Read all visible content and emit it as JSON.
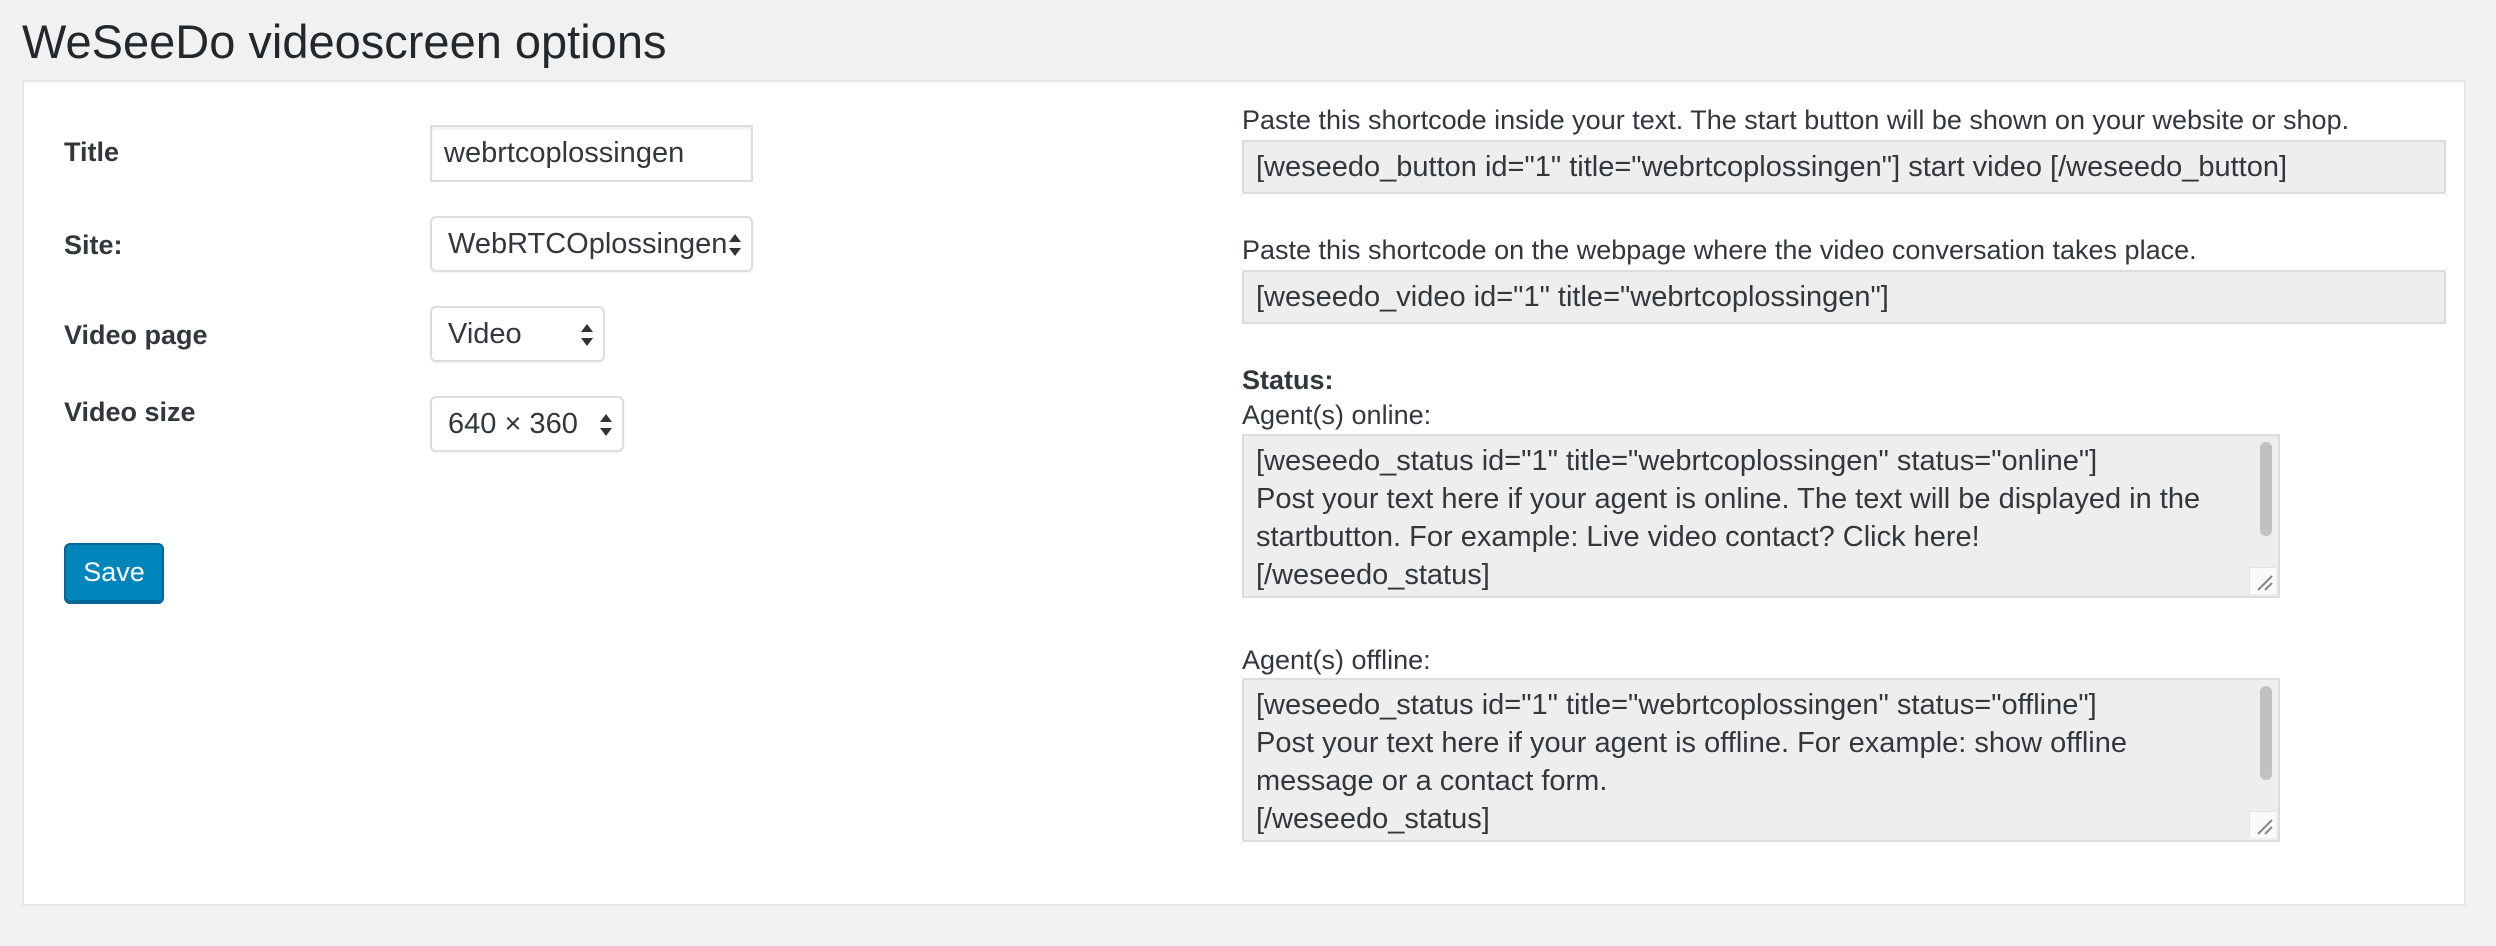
{
  "page": {
    "title": "WeSeeDo videoscreen options"
  },
  "form": {
    "title_label": "Title",
    "title_value": "webrtcoplossingen",
    "site_label": "Site:",
    "site_selected": "WebRTCOplossingen",
    "video_page_label": "Video page",
    "video_page_selected": "Video",
    "video_size_label": "Video size",
    "video_size_selected": "640 × 360",
    "save_label": "Save"
  },
  "shortcodes": {
    "button_hint": "Paste this shortcode inside your text. The start button will be shown on your website or shop.",
    "button_code": "[weseedo_button id=\"1\" title=\"webrtcoplossingen\"] start video [/weseedo_button]",
    "video_hint": "Paste this shortcode on the webpage where the video conversation takes place.",
    "video_code": "[weseedo_video id=\"1\" title=\"webrtcoplossingen\"]"
  },
  "status": {
    "heading": "Status:",
    "online_label": "Agent(s) online:",
    "online_lines": [
      "[weseedo_status id=\"1\" title=\"webrtcoplossingen\" status=\"online\"]",
      "Post your text here if your agent is online. The text will be displayed in the",
      "startbutton. For example: Live video contact? Click here!",
      "[/weseedo_status]"
    ],
    "offline_label": "Agent(s) offline:",
    "offline_lines": [
      "[weseedo_status id=\"1\" title=\"webrtcoplossingen\" status=\"offline\"]",
      "Post your text here if your agent is offline. For example: show offline",
      "message or a contact form.",
      "[/weseedo_status]"
    ]
  },
  "colors": {
    "background": "#f1f1f1",
    "panel": "#ffffff",
    "primary_button": "#0085ba",
    "readonly_field": "#eeeeee"
  }
}
